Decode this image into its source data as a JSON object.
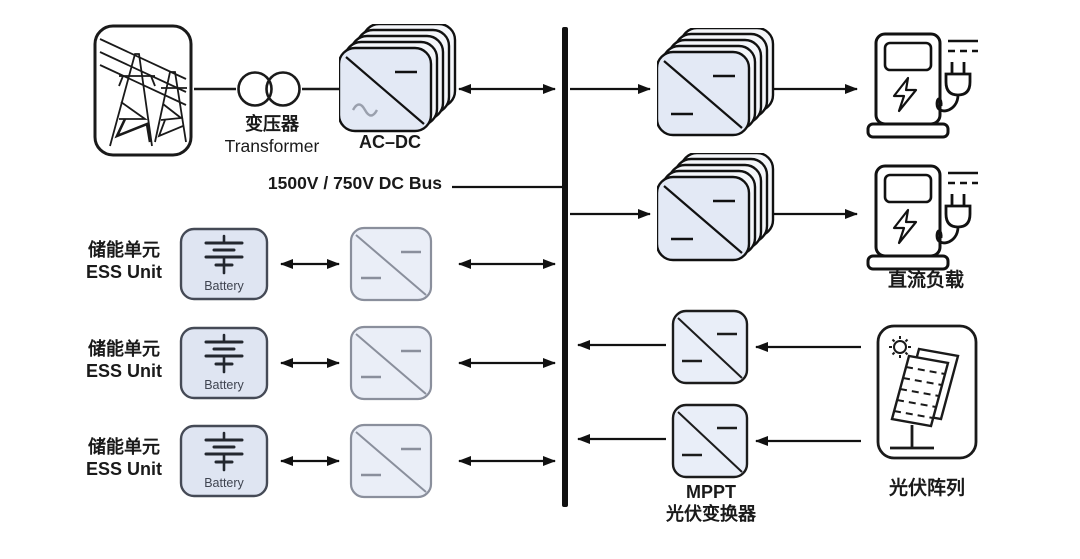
{
  "diagram": {
    "grid_source": "power-grid",
    "transformer": {
      "label_cn": "变压器",
      "label_en": "Transformer"
    },
    "acdc_converter": {
      "label": "AC–DC"
    },
    "dc_bus": {
      "label": "1500V / 750V  DC Bus",
      "voltage_levels": [
        "1500V",
        "750V"
      ]
    },
    "dc_load": {
      "label": "直流负载"
    },
    "ess_units": [
      {
        "label_cn": "储能单元",
        "label_en": "ESS Unit",
        "battery_label": "Battery"
      },
      {
        "label_cn": "储能单元",
        "label_en": "ESS Unit",
        "battery_label": "Battery"
      },
      {
        "label_cn": "储能单元",
        "label_en": "ESS Unit",
        "battery_label": "Battery"
      }
    ],
    "mppt_converter": {
      "label_line1": "MPPT",
      "label_line2": "光伏变换器"
    },
    "pv_array": {
      "label": "光伏阵列"
    },
    "icons": [
      "transmission-tower-icon",
      "transformer-coils-icon",
      "converter-stack-icon",
      "battery-icon",
      "dc-dc-converter-icon",
      "ev-charger-icon",
      "plug-icon",
      "dc-symbol-icon",
      "solar-panel-icon",
      "sun-icon"
    ],
    "colors": {
      "stroke": "#1a1a1a",
      "converter_front_fill": "#e3e9f5",
      "stack_back_fill": "#f4f6fa",
      "battery_box_fill": "#dfe5f2",
      "battery_box_stroke": "#454a56",
      "ess_converter_stroke": "#8a8f9c",
      "ess_converter_fill": "#eaeef7",
      "mppt_converter_fill": "#e9eef8",
      "bus_color": "#111111",
      "background": "#ffffff"
    }
  }
}
